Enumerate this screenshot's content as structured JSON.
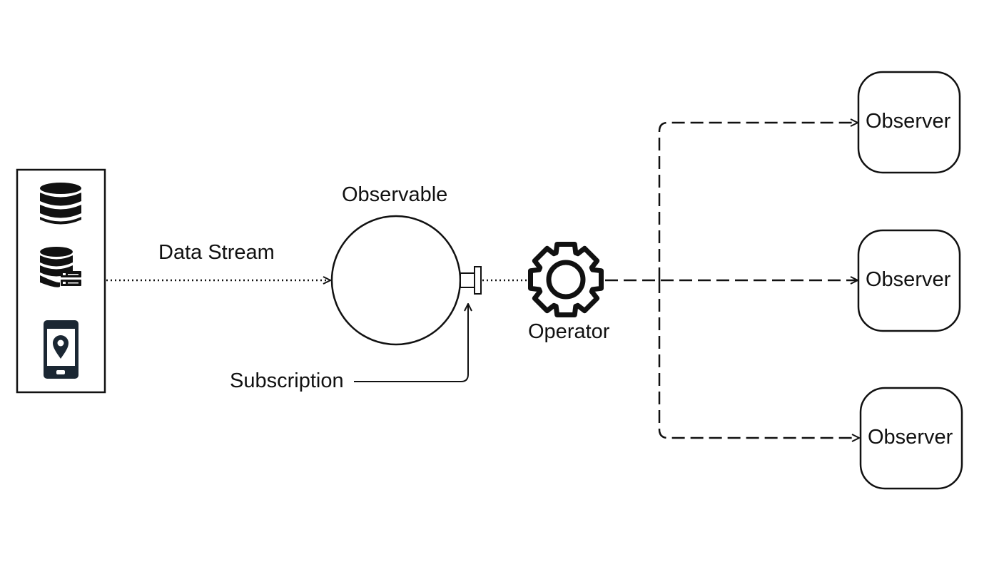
{
  "diagram": {
    "labels": {
      "observable": "Observable",
      "data_stream": "Data Stream",
      "subscription": "Subscription",
      "operator": "Operator"
    },
    "observers": [
      {
        "label": "Observer"
      },
      {
        "label": "Observer"
      },
      {
        "label": "Observer"
      }
    ],
    "sources": [
      {
        "icon": "database-icon"
      },
      {
        "icon": "database-server-icon"
      },
      {
        "icon": "mobile-location-icon"
      }
    ],
    "operator_icon": "gear-icon",
    "colors": {
      "stroke": "#111111",
      "icon_fill": "#111111",
      "phone_fill": "#1b2733",
      "background": "#ffffff"
    }
  }
}
